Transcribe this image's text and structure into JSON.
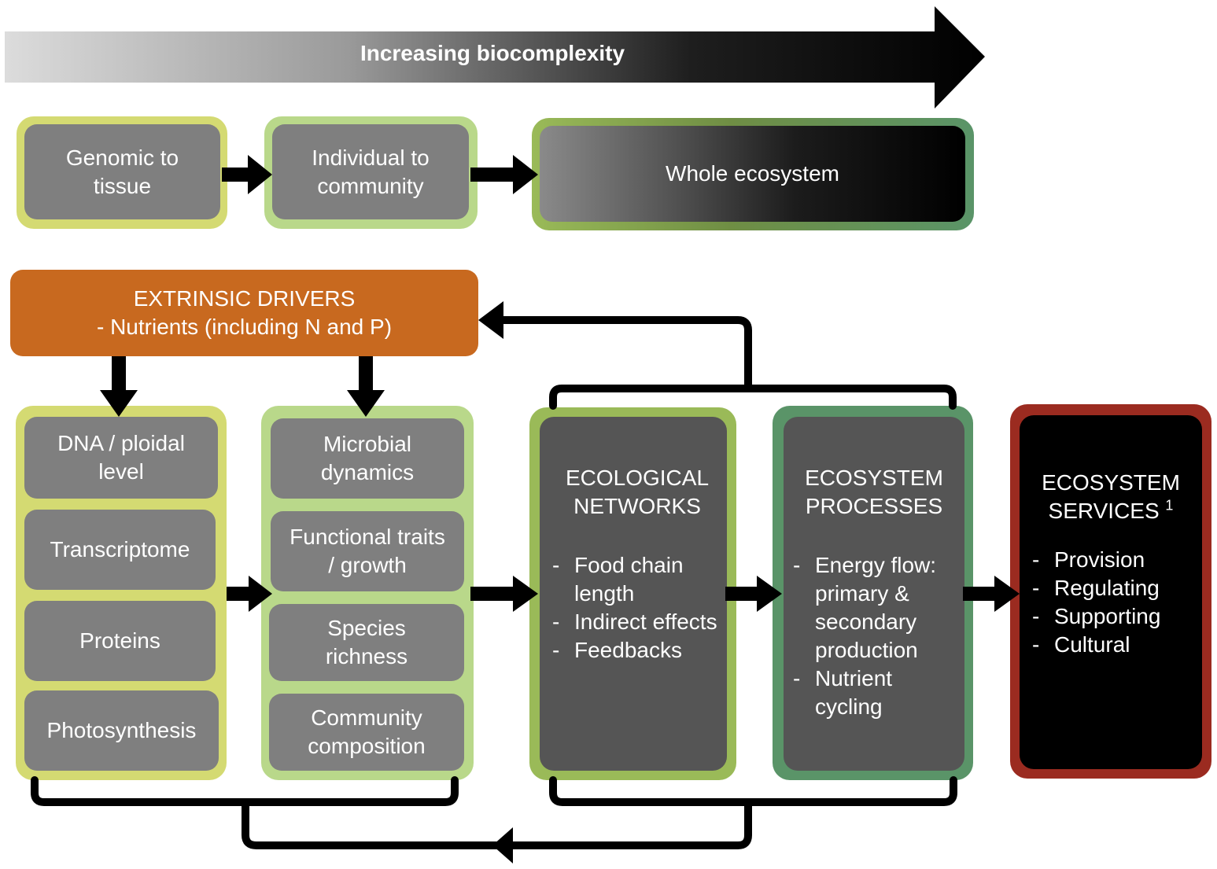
{
  "header": {
    "title": "Increasing biocomplexity"
  },
  "scales": {
    "genomic": "Genomic to tissue",
    "individual": "Individual to community",
    "ecosystem": "Whole ecosystem"
  },
  "drivers": {
    "title": "EXTRINSIC DRIVERS",
    "subtitle": "- Nutrients (including N and P)"
  },
  "molecular": [
    "DNA / ploidal level",
    "Transcriptome",
    "Proteins",
    "Photosynthesis"
  ],
  "community": [
    "Microbial dynamics",
    "Functional traits / growth",
    "Species richness",
    "Community composition"
  ],
  "networks": {
    "title": "ECOLOGICAL NETWORKS",
    "items": [
      "Food chain length",
      "Indirect effects",
      "Feedbacks"
    ]
  },
  "processes": {
    "title": "ECOSYSTEM PROCESSES",
    "items": [
      "Energy flow: primary & secondary production",
      "Nutrient cycling"
    ]
  },
  "services": {
    "title": "ECOSYSTEM SERVICES",
    "footnote": "1",
    "items": [
      "Provision",
      "Regulating",
      "Supporting",
      "Cultural"
    ]
  },
  "colors": {
    "yellow_green": "#d4da72",
    "light_green": "#b9d88a",
    "mid_green": "#9aba58",
    "dark_green": "#5a9468",
    "orange": "#c8691f",
    "red": "#9b2b20",
    "box_gray": "#7f7f7f",
    "dark_gray": "#555555"
  }
}
